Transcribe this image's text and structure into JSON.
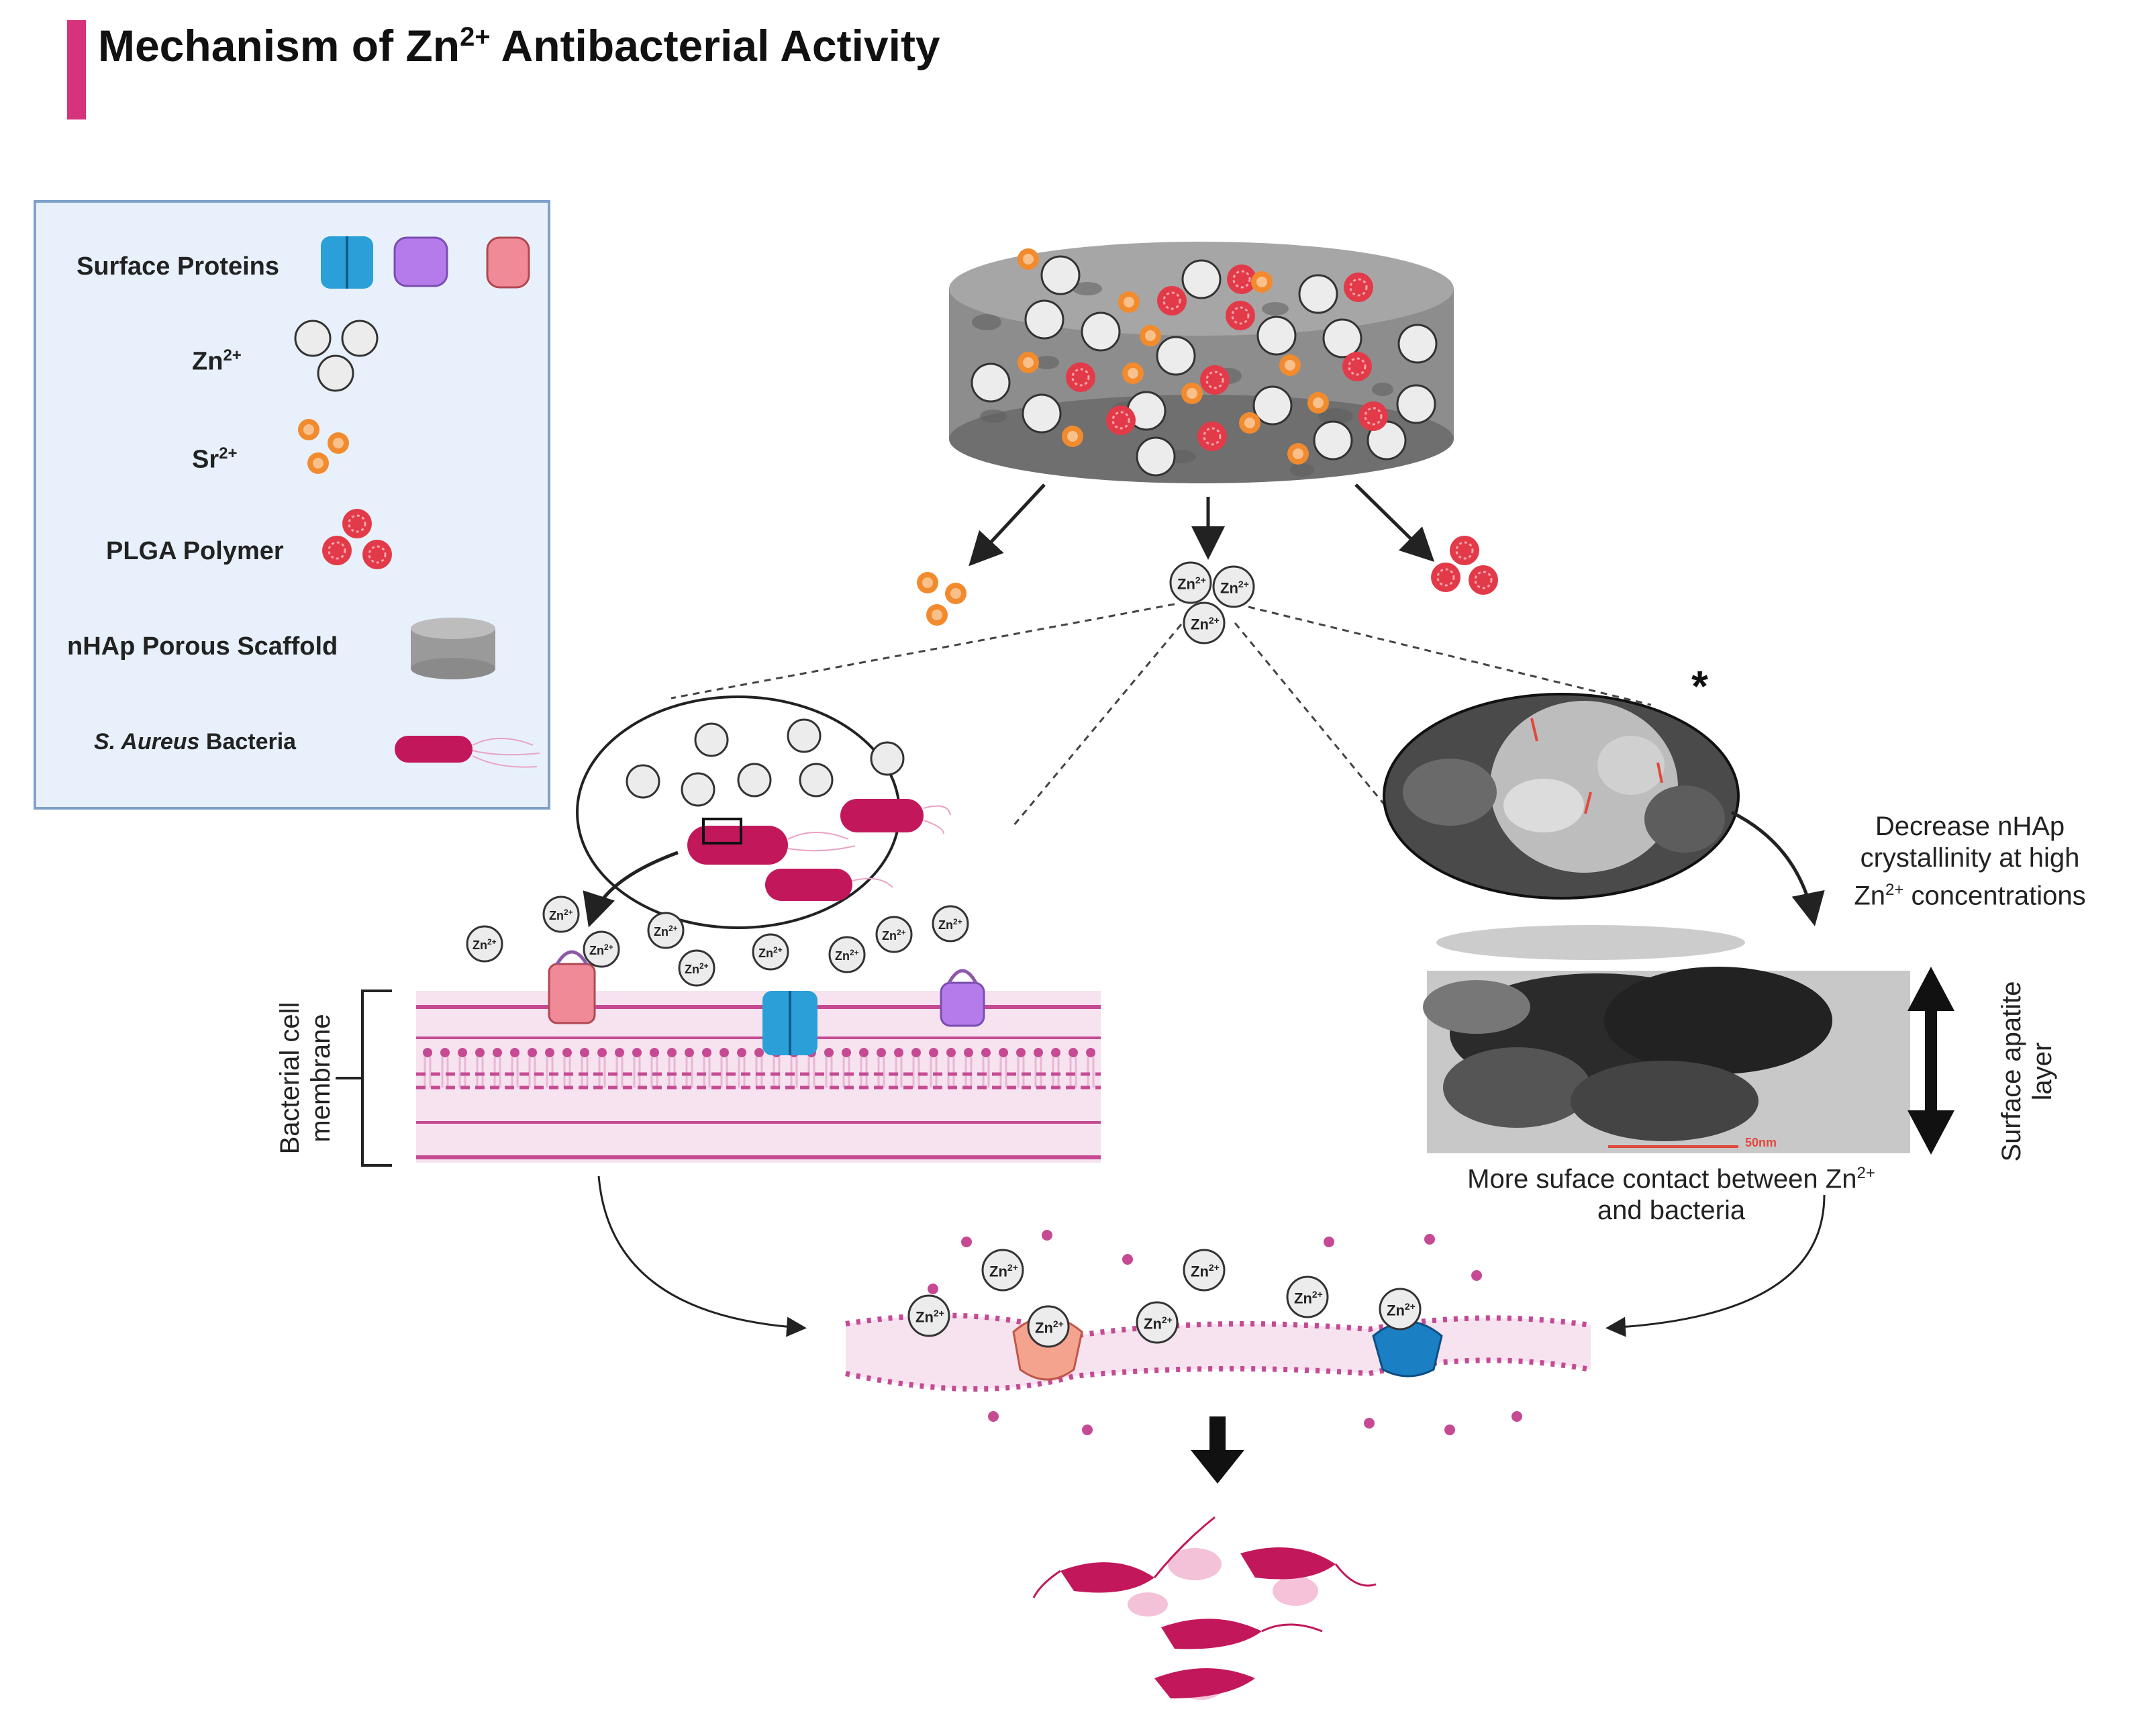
{
  "title": {
    "text": "Mechanism of Zn",
    "sup": "2+",
    "text_after": " Antibacterial Activity"
  },
  "legend": {
    "surface_proteins": "Surface Proteins",
    "zn": "Zn",
    "zn_sup": "2+",
    "sr": "Sr",
    "sr_sup": "2+",
    "plga": "PLGA Polymer",
    "nhap": "nHAp Porous Scaffold",
    "bacteria_species": "S. Aureus",
    "bacteria_word": " Bacteria"
  },
  "ion_label": "Zn",
  "ion_sup": "2+",
  "asterisk": "*",
  "labels": {
    "decrease_line1": "Decrease nHAp",
    "decrease_line2": "crystallinity at high",
    "decrease_line3": "Zn",
    "decrease_line3_sup": "2+",
    "decrease_line3_after": " concentrations",
    "membrane_line1": "Bacterial cell",
    "membrane_line2": "membrane",
    "apatite_line1": "Surface apatite",
    "apatite_line2": "layer",
    "contact_line1": "More suface contact between Zn",
    "contact_line1_sup": "2+",
    "contact_line2": "and bacteria",
    "scale_bar": "50nm"
  },
  "colors": {
    "accent_pink": "#d6337c",
    "bacteria": "#c2185b",
    "membrane": "#e0a4c8",
    "channel_blue": "#2a9fd8",
    "protein_purple": "#b57bea",
    "protein_pink": "#f08a96",
    "sr_orange": "#f28a2e",
    "plga_red": "#e23a48",
    "scaffold_gray": "#8d8d8d",
    "legend_bg": "#e8f1fb",
    "legend_border": "#7fa0c8"
  }
}
